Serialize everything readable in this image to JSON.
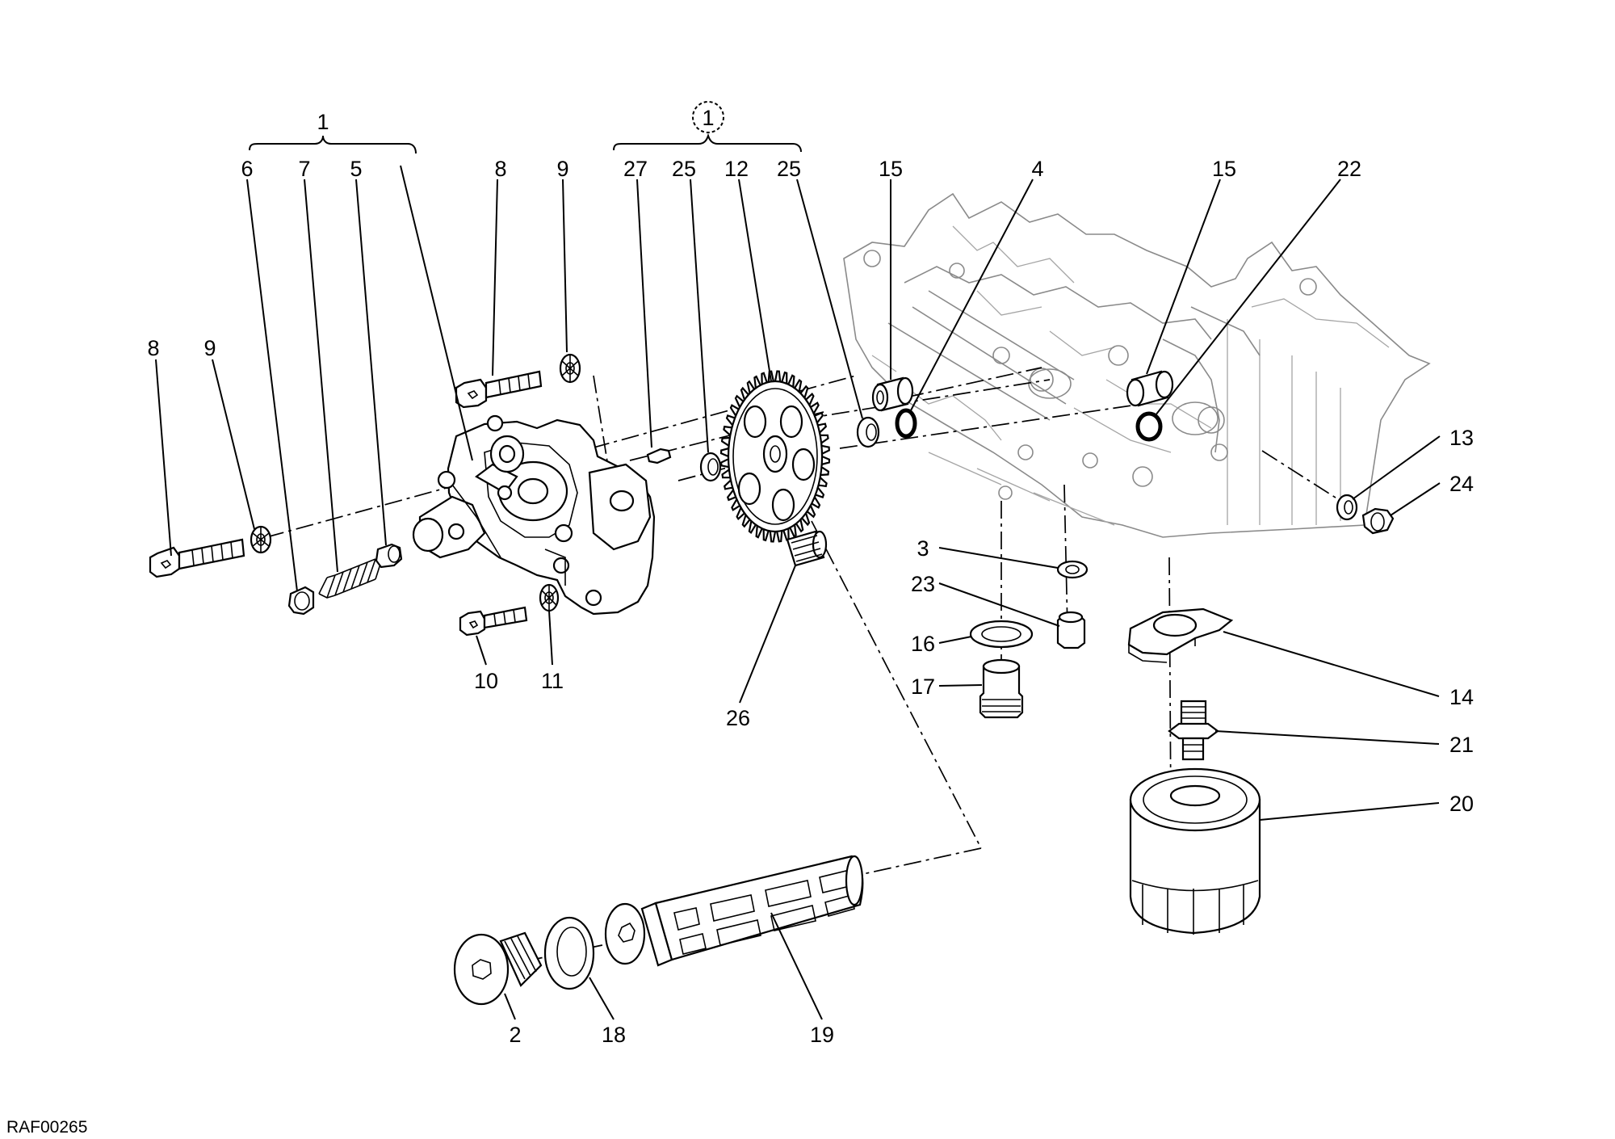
{
  "diagram": {
    "code": "RAF00265",
    "group_labels": {
      "pump_group": "1",
      "circled": "1"
    },
    "callouts": {
      "c6": "6",
      "c7": "7",
      "c5": "5",
      "c8a": "8",
      "c9a": "9",
      "c27": "27",
      "c25a": "25",
      "c12": "12",
      "c25b": "25",
      "c15a": "15",
      "c4": "4",
      "c15b": "15",
      "c22": "22",
      "c8b": "8",
      "c9b": "9",
      "c13": "13",
      "c24": "24",
      "c3": "3",
      "c23": "23",
      "c16": "16",
      "c17": "17",
      "c14": "14",
      "c21": "21",
      "c20": "20",
      "c10": "10",
      "c11": "11",
      "c26": "26",
      "c2": "2",
      "c18": "18",
      "c19": "19"
    }
  }
}
